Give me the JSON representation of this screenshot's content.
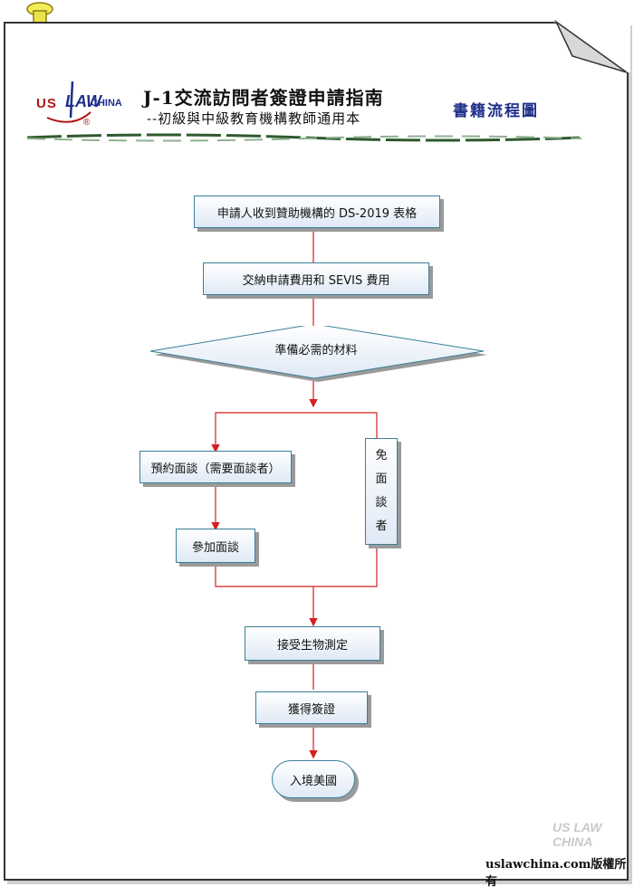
{
  "header": {
    "logo_us": "US",
    "logo_law": "LAW",
    "logo_china": "CHINA",
    "logo_reg": "®",
    "title": "J-1交流訪問者簽證申請指南",
    "subtitle": "--初級與中級教育機構教師通用本",
    "section": "書籍流程圖"
  },
  "flow": {
    "step1": "申請人收到贊助機構的 DS-2019 表格",
    "step2": "交納申請費用和 SEVIS 費用",
    "decision": "準備必需的材料",
    "branch_left": "預約面談（需要面談者）",
    "branch_left_next": "參加面談",
    "branch_right": [
      "免",
      "面",
      "談",
      "者"
    ],
    "step3": "接受生物測定",
    "step4": "獲得簽證",
    "end": "入境美國"
  },
  "footer": {
    "watermark": "US LAW CHINA",
    "copyright": "uslawchina.com版權所有"
  },
  "colors": {
    "connector": "#d42020",
    "box_border": "#3a7f98",
    "accent": "#1f2f8a"
  }
}
